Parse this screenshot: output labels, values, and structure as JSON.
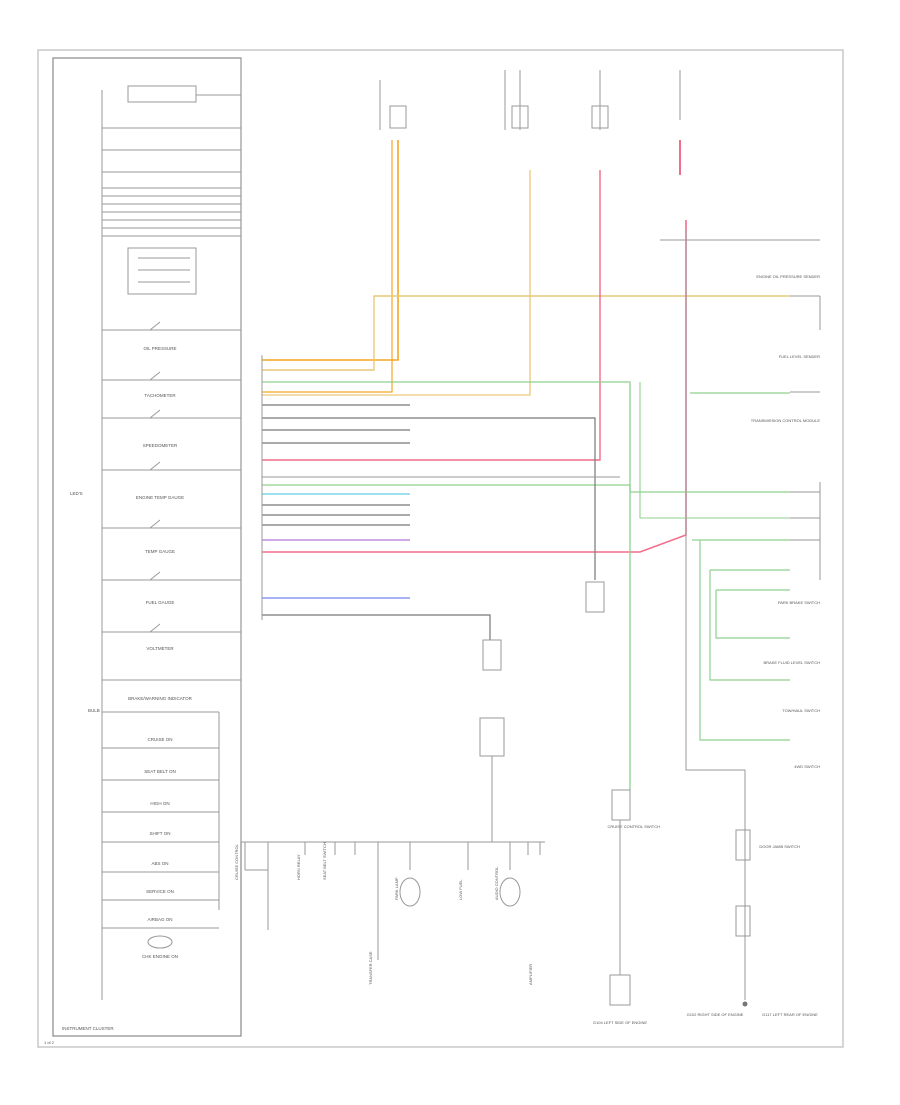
{
  "diagram": {
    "cluster": {
      "title": "INSTRUMENT CLUSTER",
      "left_label_led": "LED'S",
      "left_label_bulb": "BULB"
    },
    "gauges": [
      "OIL PRESSURE",
      "TACHOMETER",
      "SPEEDOMETER",
      "ENGINE TEMP GAUGE",
      "TEMP GAUGE",
      "FUEL GAUGE",
      "VOLTMETER"
    ],
    "indicators": [
      "BRAKE/WARNING INDICATOR",
      "CRUISE ON",
      "SEAT BELT ON",
      "HIGH ON",
      "SHIFT ON",
      "ABS ON",
      "SERVICE ON",
      "AIRBAG ON",
      "CHK ENGINE ON"
    ],
    "bottom_connectors": [
      "CRUISE CONTROL",
      "HORN RELAY",
      "SEAT BELT SWITCH",
      "TRANSFER CASE",
      "PARK LAMP",
      "LOW FUEL",
      "AUDIO CONTROL",
      "AMPLIFIER"
    ],
    "right_labels": [
      "ENGINE OIL PRESSURE SENDER",
      "FUEL LEVEL SENDER",
      "TRANSMISSION CONTROL MODULE",
      "PARK BRAKE SWITCH",
      "BRAKE FLUID LEVEL SWITCH",
      "TOW/HAUL SWITCH",
      "4WD SWITCH",
      "CRUISE CONTROL SWITCH",
      "DOOR JAMB SWITCH"
    ],
    "bottom_right_labels": [
      "G104 LEFT SIDE OF ENGINE",
      "G102 RIGHT SIDE OF ENGINE",
      "G117 LEFT REAR OF ENGINE"
    ],
    "page_number": "1 of 2",
    "wire_colors": {
      "orange": "#f5a623",
      "yellow": "#e9c97a",
      "pink": "#f26d8a",
      "green": "#8fd18f",
      "cyan": "#7fd7e8",
      "purple": "#c48ee0",
      "blue": "#8a9af0",
      "gray": "#777777"
    }
  }
}
